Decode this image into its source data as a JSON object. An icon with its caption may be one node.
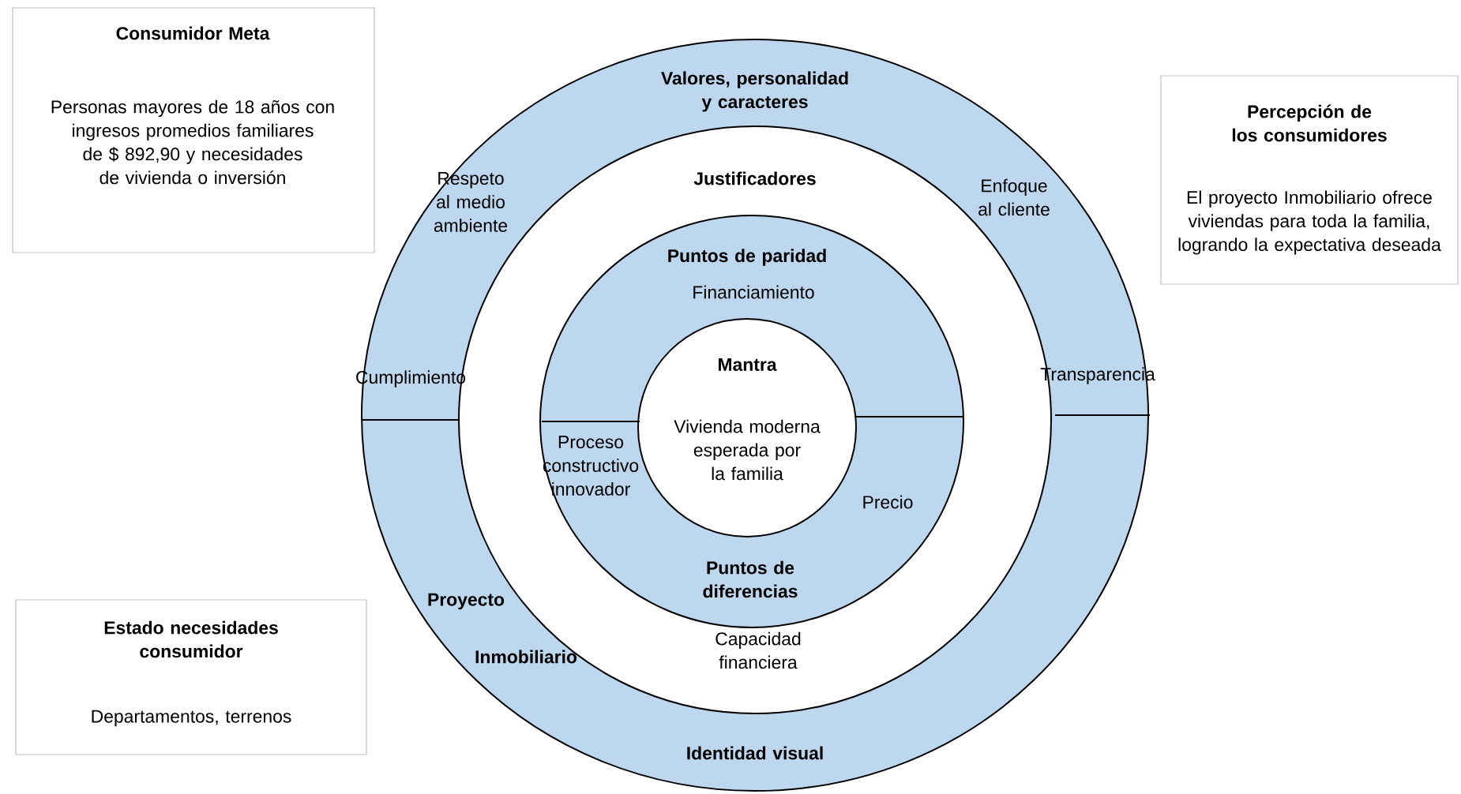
{
  "diagram": {
    "nodes": [
      {
        "text": [
          "Consumidor Meta",
          "Personas mayores de 18 años con ingresos promedios familiares de $ 892,90 y necesidades de vivienda o inversión"
        ]
      },
      {
        "text": [
          "Percepción de los consumidores",
          "El proyecto Inmobiliario ofrece viviendas para toda la familia, logrando la expectativa deseada"
        ]
      },
      {
        "text": [
          "Estado necesidades consumidor",
          "Departamentos, terrenos"
        ]
      },
      {
        "text": [
          "Valores, personalidad y caracteres",
          "Respeto al medio ambiente",
          "Enfoque al cliente",
          "Cumplimiento",
          "Transparencia",
          "Proyecto",
          "Inmobiliario",
          "Identidad visual"
        ]
      },
      {
        "text": [
          "Justificadores",
          "Capacidad financiera"
        ],
        "in": 3
      },
      {
        "text": [
          "Puntos de paridad",
          "Financiamiento",
          "Proceso constructivo innovador",
          "Precio",
          "Puntos de diferencias"
        ],
        "in": 4
      },
      {
        "text": [
          "Mantra",
          "Vivienda moderna esperada por la familia"
        ],
        "in": 5
      }
    ]
  }
}
